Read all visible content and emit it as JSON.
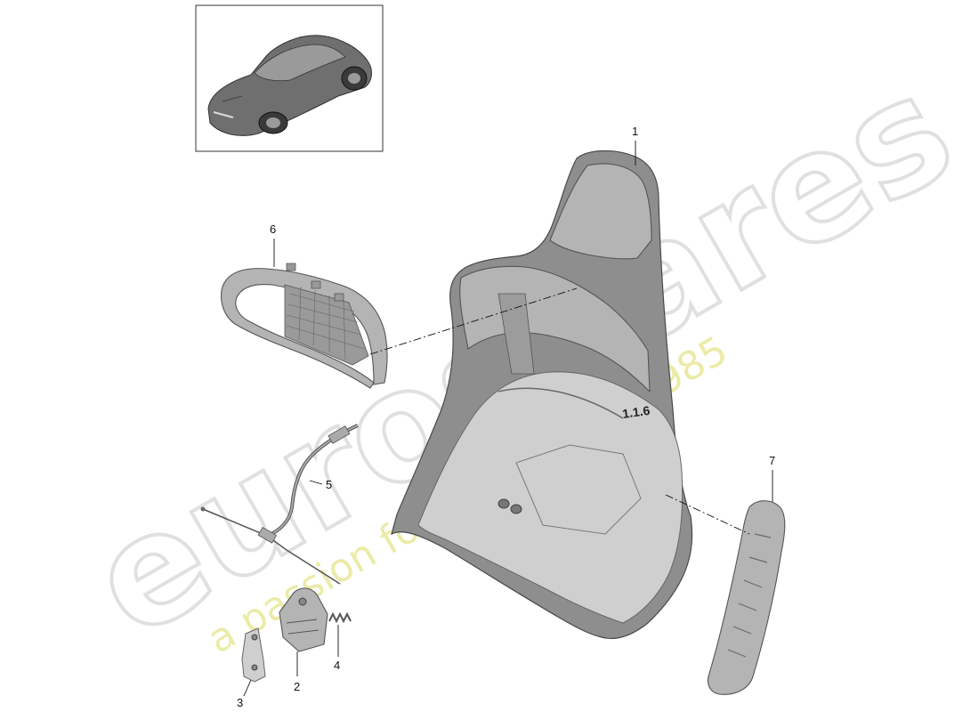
{
  "watermark": {
    "brand": "eurospares",
    "tagline": "a passion for parts since 1985"
  },
  "callouts": [
    {
      "id": "1",
      "label": "1"
    },
    {
      "id": "2",
      "label": "2"
    },
    {
      "id": "3",
      "label": "3"
    },
    {
      "id": "4",
      "label": "4"
    },
    {
      "id": "5",
      "label": "5"
    },
    {
      "id": "6",
      "label": "6"
    },
    {
      "id": "7",
      "label": "7"
    }
  ],
  "seat_marking": "1.1.6",
  "colors": {
    "watermark_grey": "#d9d9d9",
    "watermark_yellow": "#e8e89a",
    "part_grey": "#8e8e8e"
  }
}
